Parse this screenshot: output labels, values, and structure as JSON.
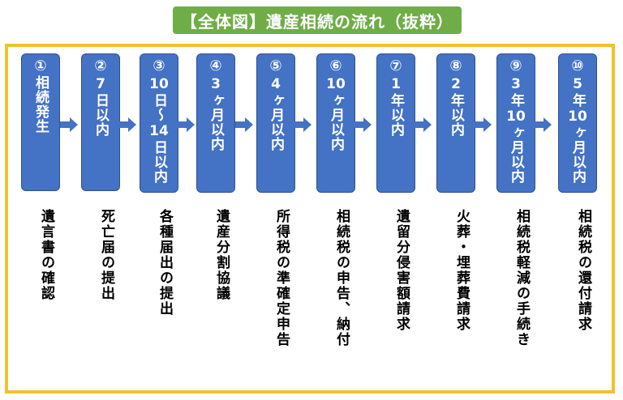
{
  "title": "【全体図】遺産相続の流れ（抜粋）",
  "steps": [
    {
      "number": "①",
      "line1": "相続発生",
      "line2": "",
      "line3": "",
      "description": "遺言書の確認"
    },
    {
      "number": "②",
      "line1": "7",
      "line2": "日以内",
      "line3": "",
      "description": "死亡届の提出"
    },
    {
      "number": "③",
      "line1": "10",
      "line2": "日～",
      "line3": "14",
      "line4": "日以内",
      "description": "各種届出の提出"
    },
    {
      "number": "④",
      "line1": "3",
      "line2": "ヶ月以内",
      "line3": "",
      "description": "遺産分割協議"
    },
    {
      "number": "⑤",
      "line1": "4",
      "line2": "ヶ月以内",
      "line3": "",
      "description": "所得税の準確定申告"
    },
    {
      "number": "⑥",
      "line1": "10",
      "line2": "ヶ月以内",
      "line3": "",
      "description": "相続税の申告、納付"
    },
    {
      "number": "⑦",
      "line1": "1",
      "line2": "年以内",
      "line3": "",
      "description": "遺留分侵害額請求"
    },
    {
      "number": "⑧",
      "line1": "2",
      "line2": "年以内",
      "line3": "",
      "description": "火葬・埋葬費請求"
    },
    {
      "number": "⑨",
      "line1": "3",
      "line2": "年",
      "line3": "10",
      "line4": "ヶ月以内",
      "description": "相続税軽減の手続き"
    },
    {
      "number": "⑩",
      "line1": "5",
      "line2": "年",
      "line3": "10",
      "line4": "ヶ月以内",
      "description": "相続税の還付請求"
    }
  ]
}
